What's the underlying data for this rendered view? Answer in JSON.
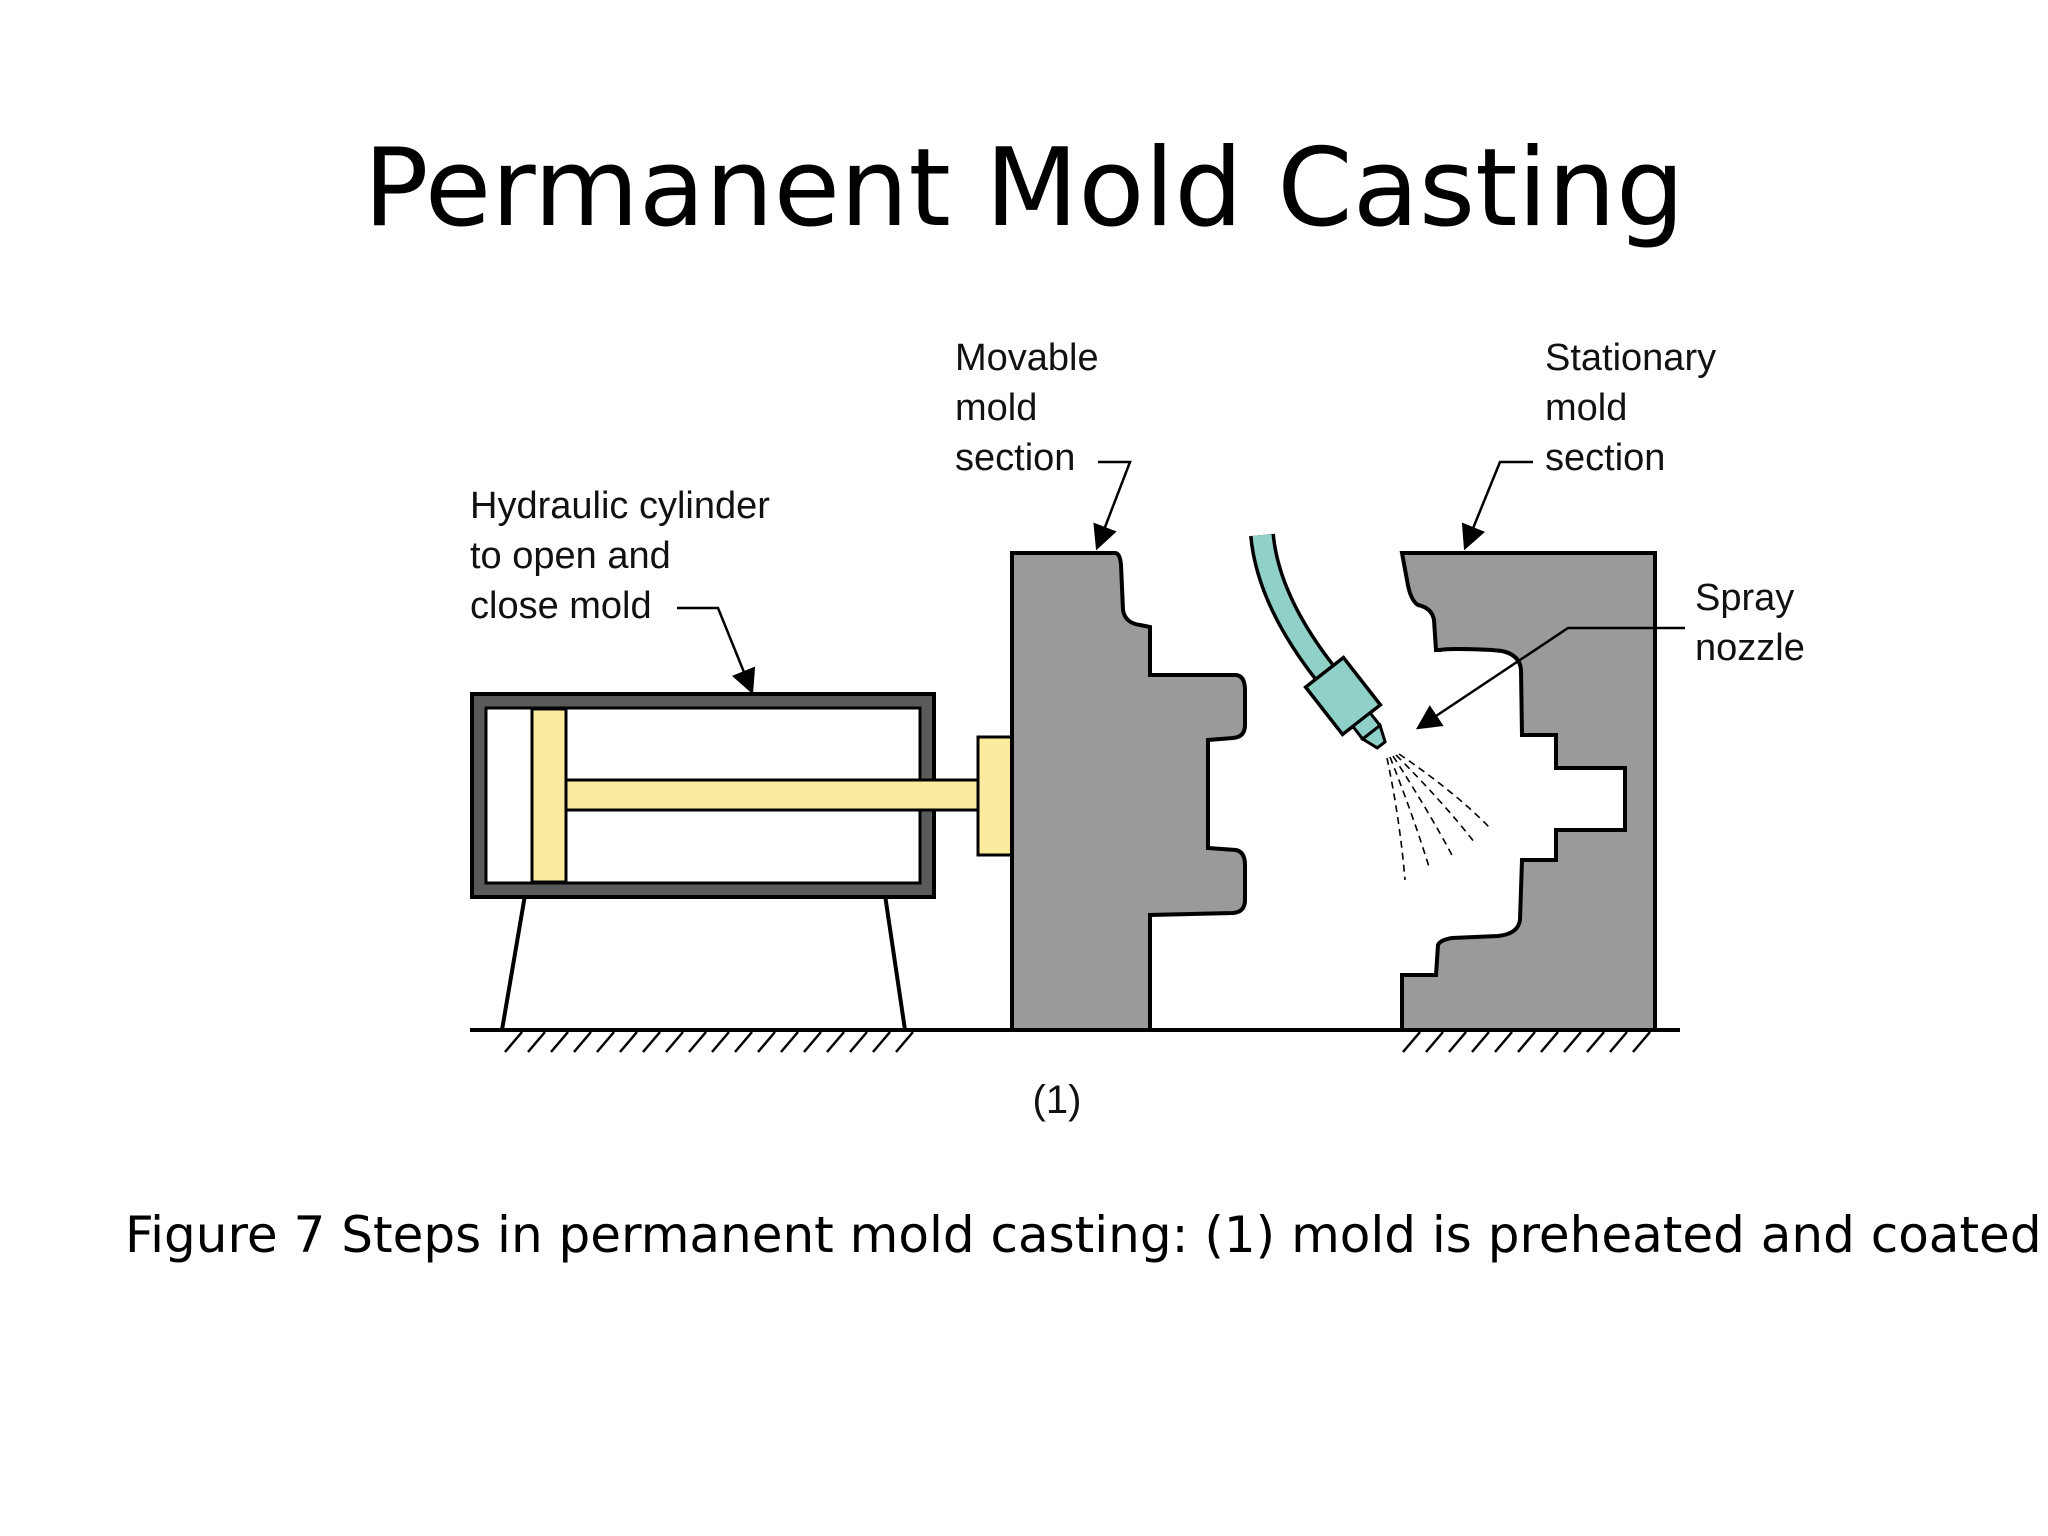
{
  "slide": {
    "title": "Permanent Mold Casting",
    "caption": "Figure 7  Steps in permanent mold casting: (1) mold is preheated and coated"
  },
  "diagram": {
    "step_label": "(1)",
    "labels": {
      "hydraulic": [
        "Hydraulic cylinder",
        "to open and",
        "close mold"
      ],
      "movable": [
        "Movable",
        "mold",
        "section"
      ],
      "stationary": [
        "Stationary",
        "mold",
        "section"
      ],
      "spray": [
        "Spray",
        "nozzle"
      ]
    },
    "colors": {
      "mold": "#9b9a9b",
      "piston": "#faeb9e",
      "nozzle": "#8fd0c8",
      "outline": "#000000",
      "cylinder_wall": "#5a5a5a"
    }
  }
}
